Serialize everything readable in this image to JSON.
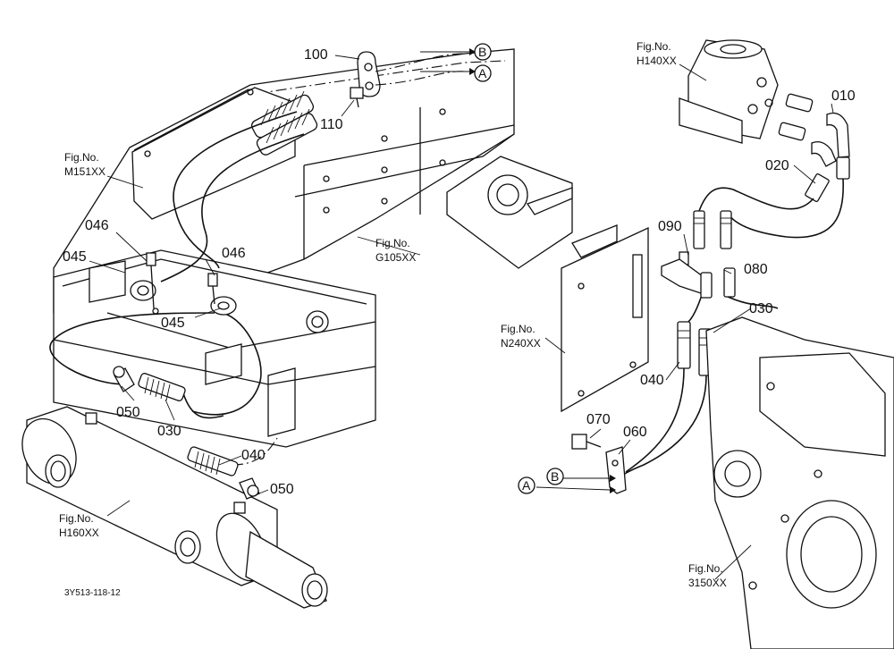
{
  "part_numbers": {
    "p010": "010",
    "p020": "020",
    "p030_left": "030",
    "p030_right": "030",
    "p040_left": "040",
    "p040_right": "040",
    "p045_top": "045",
    "p045_bottom": "045",
    "p046_left": "046",
    "p046_right": "046",
    "p050_left": "050",
    "p050_right": "050",
    "p060": "060",
    "p070": "070",
    "p080": "080",
    "p090": "090",
    "p100": "100",
    "p110": "110"
  },
  "figure_refs": {
    "fig_label": "Fig.No.",
    "m151": "M151XX",
    "g105": "G105XX",
    "h140": "H140XX",
    "n240": "N240XX",
    "h160": "H160XX",
    "s3150": "3150XX"
  },
  "connectors": {
    "a": "A",
    "b": "B"
  },
  "drawing_code": "3Y513-118-12"
}
